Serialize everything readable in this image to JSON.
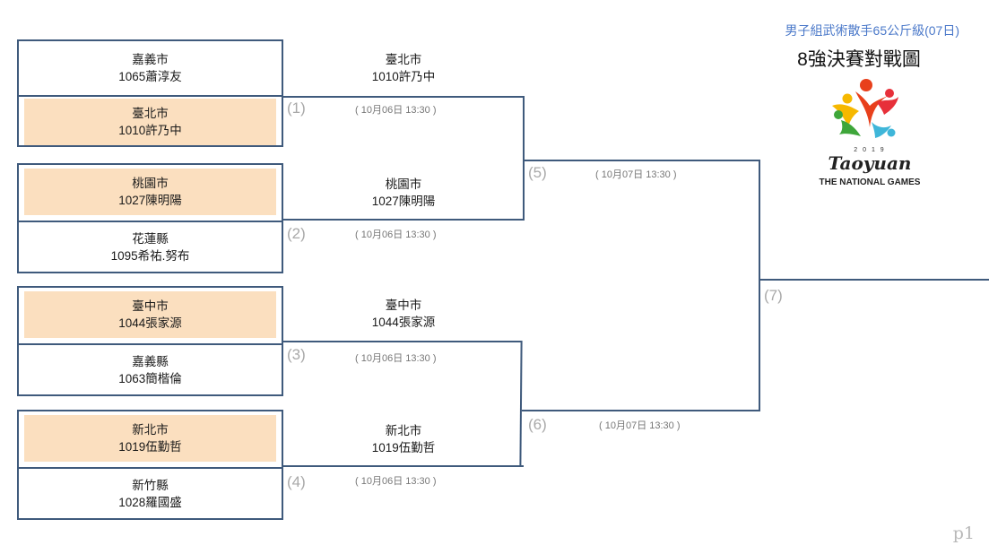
{
  "header": {
    "subtitle": "男子組武術散手65公斤級(07日)",
    "title": "8強決賽對戰圖",
    "logo": {
      "year": "2 0 1 9",
      "wordmark": "Taoyuan",
      "tagline": "THE NATIONAL GAMES"
    }
  },
  "round1": [
    {
      "top": {
        "city": "嘉義市",
        "player": "1065蕭淳友"
      },
      "bottom": {
        "city": "臺北市",
        "player": "1010許乃中"
      },
      "winner": "bottom"
    },
    {
      "top": {
        "city": "桃園市",
        "player": "1027陳明陽"
      },
      "bottom": {
        "city": "花蓮縣",
        "player": "1095希祐.努布"
      },
      "winner": "top"
    },
    {
      "top": {
        "city": "臺中市",
        "player": "1044張家源"
      },
      "bottom": {
        "city": "嘉義縣",
        "player": "1063簡楷倫"
      },
      "winner": "top"
    },
    {
      "top": {
        "city": "新北市",
        "player": "1019伍勤哲"
      },
      "bottom": {
        "city": "新竹縣",
        "player": "1028羅國盛"
      },
      "winner": "top"
    }
  ],
  "advanced": [
    {
      "city": "臺北市",
      "player": "1010許乃中"
    },
    {
      "city": "桃園市",
      "player": "1027陳明陽"
    },
    {
      "city": "臺中市",
      "player": "1044張家源"
    },
    {
      "city": "新北市",
      "player": "1019伍勤哲"
    }
  ],
  "matches": [
    {
      "num": "(1)",
      "time": "( 10月06日 13:30 )"
    },
    {
      "num": "(2)",
      "time": "( 10月06日 13:30 )"
    },
    {
      "num": "(3)",
      "time": "( 10月06日 13:30 )"
    },
    {
      "num": "(4)",
      "time": "( 10月06日 13:30 )"
    },
    {
      "num": "(5)",
      "time": "( 10月07日 13:30 )"
    },
    {
      "num": "(6)",
      "time": "( 10月07日 13:30 )"
    },
    {
      "num": "(7)"
    }
  ],
  "page": {
    "number": "p1"
  },
  "colors": {
    "line": "#3f5a7c",
    "winner_bg": "#fbdfbf",
    "match_num": "#a9a9a9",
    "subtitle": "#4a78c9"
  }
}
